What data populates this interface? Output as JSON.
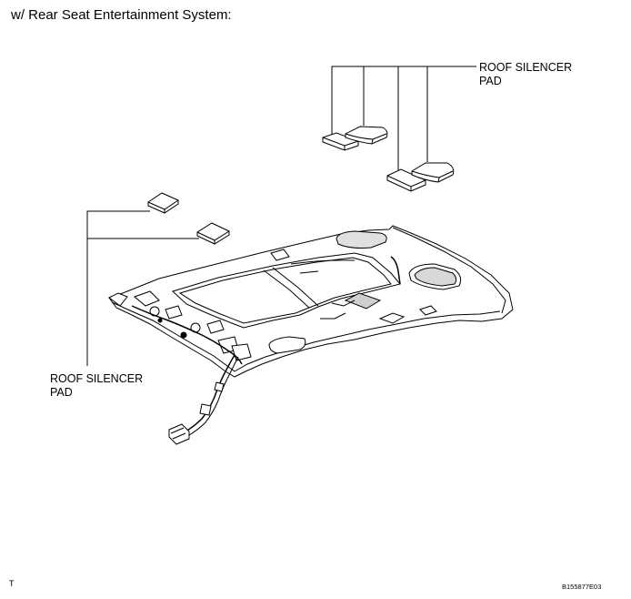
{
  "title": "w/ Rear Seat Entertainment System:",
  "callouts": {
    "top_right": {
      "line1": "ROOF SILENCER",
      "line2": "PAD"
    },
    "left": {
      "line1": "ROOF SILENCER",
      "line2": "PAD"
    }
  },
  "footer": {
    "left_code": "T",
    "figure_code": "B155877E03"
  }
}
